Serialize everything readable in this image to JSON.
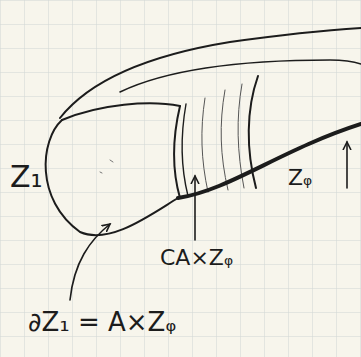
{
  "diagram": {
    "labels": [
      "Z₁",
      "CA×Zᵩ",
      "Zᵩ",
      "∂Z₁ = A×Zᵩ"
    ]
  }
}
